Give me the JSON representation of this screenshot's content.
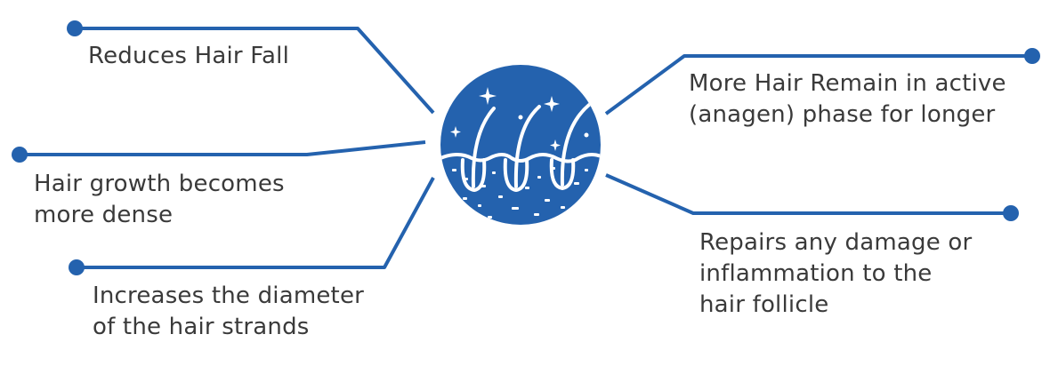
{
  "colors": {
    "accent": "#2462ae",
    "text": "#3a3a3a",
    "background": "#ffffff"
  },
  "icon": "hair-follicle-icon",
  "benefits": {
    "reduces_hair_fall": [
      "Reduces Hair Fall"
    ],
    "growth_dense": [
      "Hair growth becomes",
      "more dense"
    ],
    "diameter": [
      "Increases the diameter",
      "of the hair strands"
    ],
    "anagen_phase": [
      "More Hair Remain in active",
      "(anagen) phase for longer"
    ],
    "repairs_damage": [
      "Repairs any damage or",
      "inflammation to the",
      "hair follicle"
    ]
  }
}
